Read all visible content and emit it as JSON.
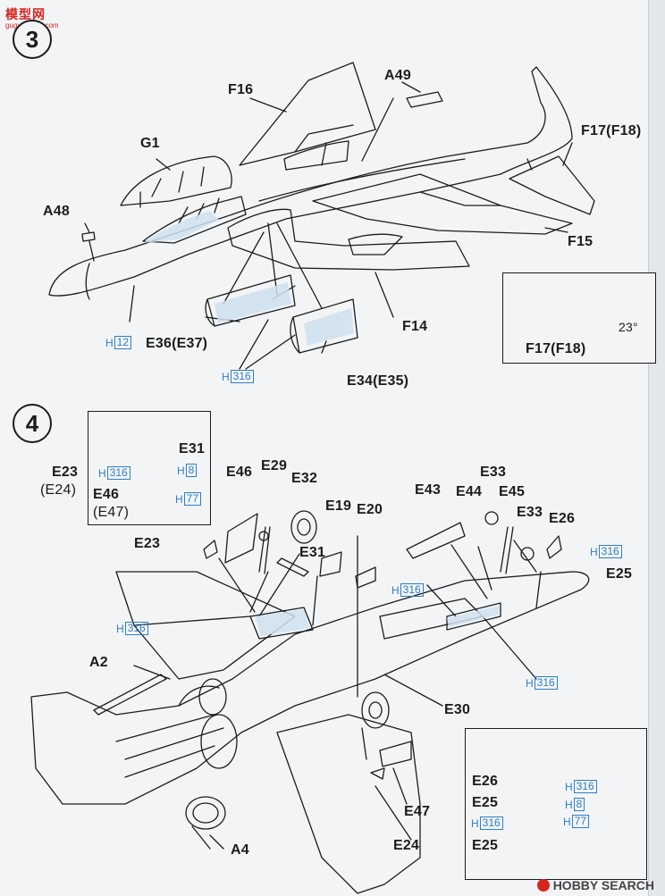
{
  "watermark_top": {
    "brand": "模型网",
    "sub": "gugu-sheng.com"
  },
  "watermark_bottom": "HOBBY SEARCH",
  "steps": {
    "step3": "3",
    "step4": "4"
  },
  "step3_labels": {
    "f16": "F16",
    "g1": "G1",
    "a48": "A48",
    "a49": "A49",
    "f17": "F17(F18)",
    "f15": "F15",
    "f14": "F14",
    "e36": "E36(E37)",
    "e34": "E34(E35)",
    "inset_angle": "23°",
    "inset_part": "F17(F18)"
  },
  "step3_paint": {
    "h12": {
      "prefix": "H",
      "num": "12"
    },
    "h316": {
      "prefix": "H",
      "num": "316"
    }
  },
  "step4_inset_top": {
    "e31": "E31",
    "e23": "E23",
    "e24": "(E24)",
    "e46": "E46",
    "e47": "(E47)",
    "p316": {
      "prefix": "H",
      "num": "316"
    },
    "p8": {
      "prefix": "H",
      "num": "8"
    },
    "p77": {
      "prefix": "H",
      "num": "77"
    }
  },
  "step4_labels": {
    "e46": "E46",
    "e29": "E29",
    "e32": "E32",
    "e19": "E19",
    "e20": "E20",
    "e23": "E23",
    "e31": "E31",
    "e43": "E43",
    "e44": "E44",
    "e45": "E45",
    "e33a": "E33",
    "e33b": "E33",
    "e26": "E26",
    "e25": "E25",
    "a2": "A2",
    "a4": "A4",
    "e30": "E30",
    "e47": "E47",
    "e24": "E24"
  },
  "step4_paint": {
    "p316_left": {
      "prefix": "H",
      "num": "316"
    },
    "p316_mid": {
      "prefix": "H",
      "num": "316"
    },
    "p316_right": {
      "prefix": "H",
      "num": "316"
    },
    "p316_lower": {
      "prefix": "H",
      "num": "316"
    }
  },
  "step4_inset_bottom": {
    "e26": "E26",
    "e25a": "E25",
    "e25b": "E25",
    "p316a": {
      "prefix": "H",
      "num": "316"
    },
    "p8": {
      "prefix": "H",
      "num": "8"
    },
    "p316b": {
      "prefix": "H",
      "num": "316"
    },
    "p77": {
      "prefix": "H",
      "num": "77"
    }
  }
}
